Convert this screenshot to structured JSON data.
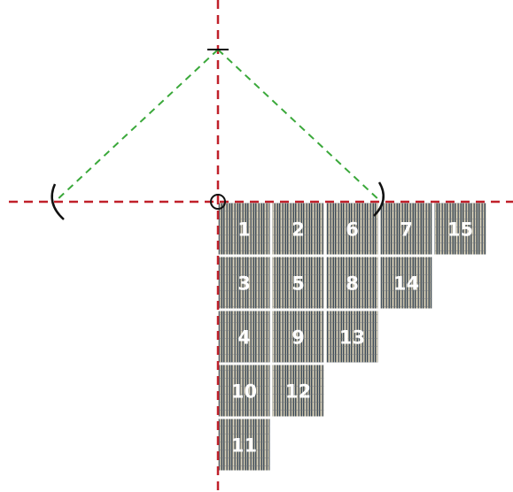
{
  "colors": {
    "axis": "#c0202a",
    "construction": "#3aa83a",
    "marks": "#111111",
    "tile_fill": "#8f8c7e",
    "tile_stripe_dark": "#3f4f5f",
    "tile_stripe_light": "#d8d4c4",
    "tile_border": "#ffffff",
    "label": "#ffffff"
  },
  "tiles": [
    {
      "label": "1",
      "row": 0,
      "col": 0
    },
    {
      "label": "2",
      "row": 0,
      "col": 1
    },
    {
      "label": "6",
      "row": 0,
      "col": 2
    },
    {
      "label": "7",
      "row": 0,
      "col": 3
    },
    {
      "label": "15",
      "row": 0,
      "col": 4
    },
    {
      "label": "3",
      "row": 1,
      "col": 0
    },
    {
      "label": "5",
      "row": 1,
      "col": 1
    },
    {
      "label": "8",
      "row": 1,
      "col": 2
    },
    {
      "label": "14",
      "row": 1,
      "col": 3
    },
    {
      "label": "4",
      "row": 2,
      "col": 0
    },
    {
      "label": "9",
      "row": 2,
      "col": 1
    },
    {
      "label": "13",
      "row": 2,
      "col": 2
    },
    {
      "label": "10",
      "row": 3,
      "col": 0
    },
    {
      "label": "12",
      "row": 3,
      "col": 1
    },
    {
      "label": "11",
      "row": 4,
      "col": 0
    }
  ]
}
